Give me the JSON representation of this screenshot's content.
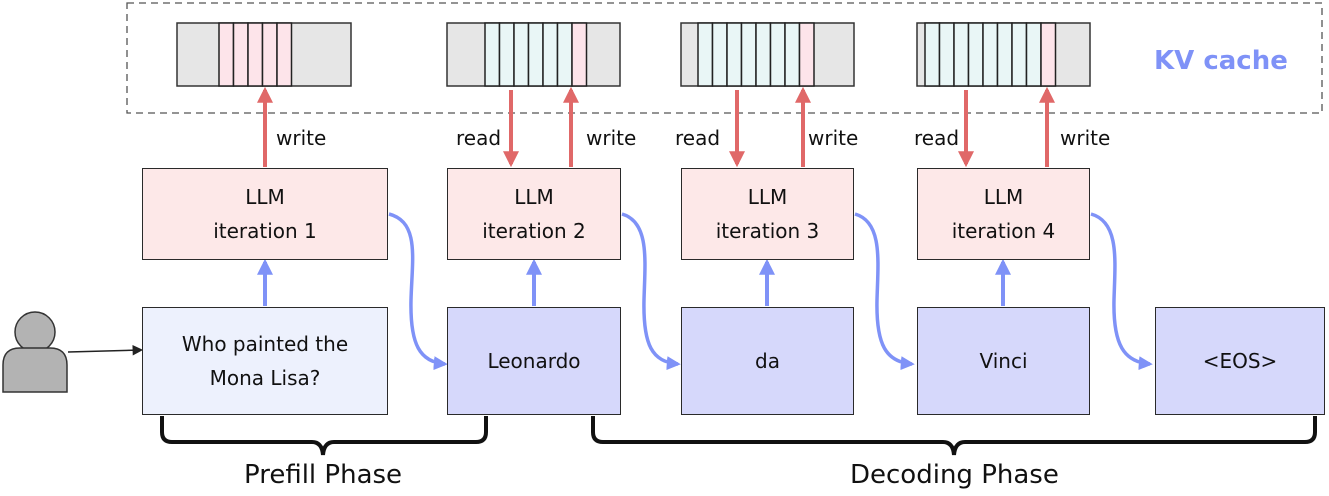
{
  "kv_cache": {
    "label": "KV cache"
  },
  "iterations": [
    {
      "line1": "LLM",
      "line2": "iteration 1",
      "write_label": "write"
    },
    {
      "line1": "LLM",
      "line2": "iteration 2",
      "read_label": "read",
      "write_label": "write"
    },
    {
      "line1": "LLM",
      "line2": "iteration 3",
      "read_label": "read",
      "write_label": "write"
    },
    {
      "line1": "LLM",
      "line2": "iteration 4",
      "read_label": "read",
      "write_label": "write"
    }
  ],
  "prompt": {
    "line1": "Who painted the",
    "line2": "Mona Lisa?"
  },
  "tokens": [
    "Leonardo",
    "da",
    "Vinci",
    "<EOS>"
  ],
  "phases": {
    "prefill": "Prefill Phase",
    "decoding": "Decoding Phase"
  },
  "cache_blocks": [
    {
      "cached": 0,
      "new": 5
    },
    {
      "cached": 6,
      "new": 1
    },
    {
      "cached": 7,
      "new": 1
    },
    {
      "cached": 8,
      "new": 1
    }
  ],
  "colors": {
    "llm_fill": "#fde8e8",
    "prompt_fill": "#edf1fd",
    "token_fill": "#d6d8fb",
    "kv_old_cell": "#e9f6f6",
    "kv_new_cell": "#fde4ea",
    "cache_bg": "#e6e6e6",
    "read_write_arrow": "#e06868",
    "flow_arrow": "#7f92f7",
    "kv_label": "#7f92f7"
  }
}
